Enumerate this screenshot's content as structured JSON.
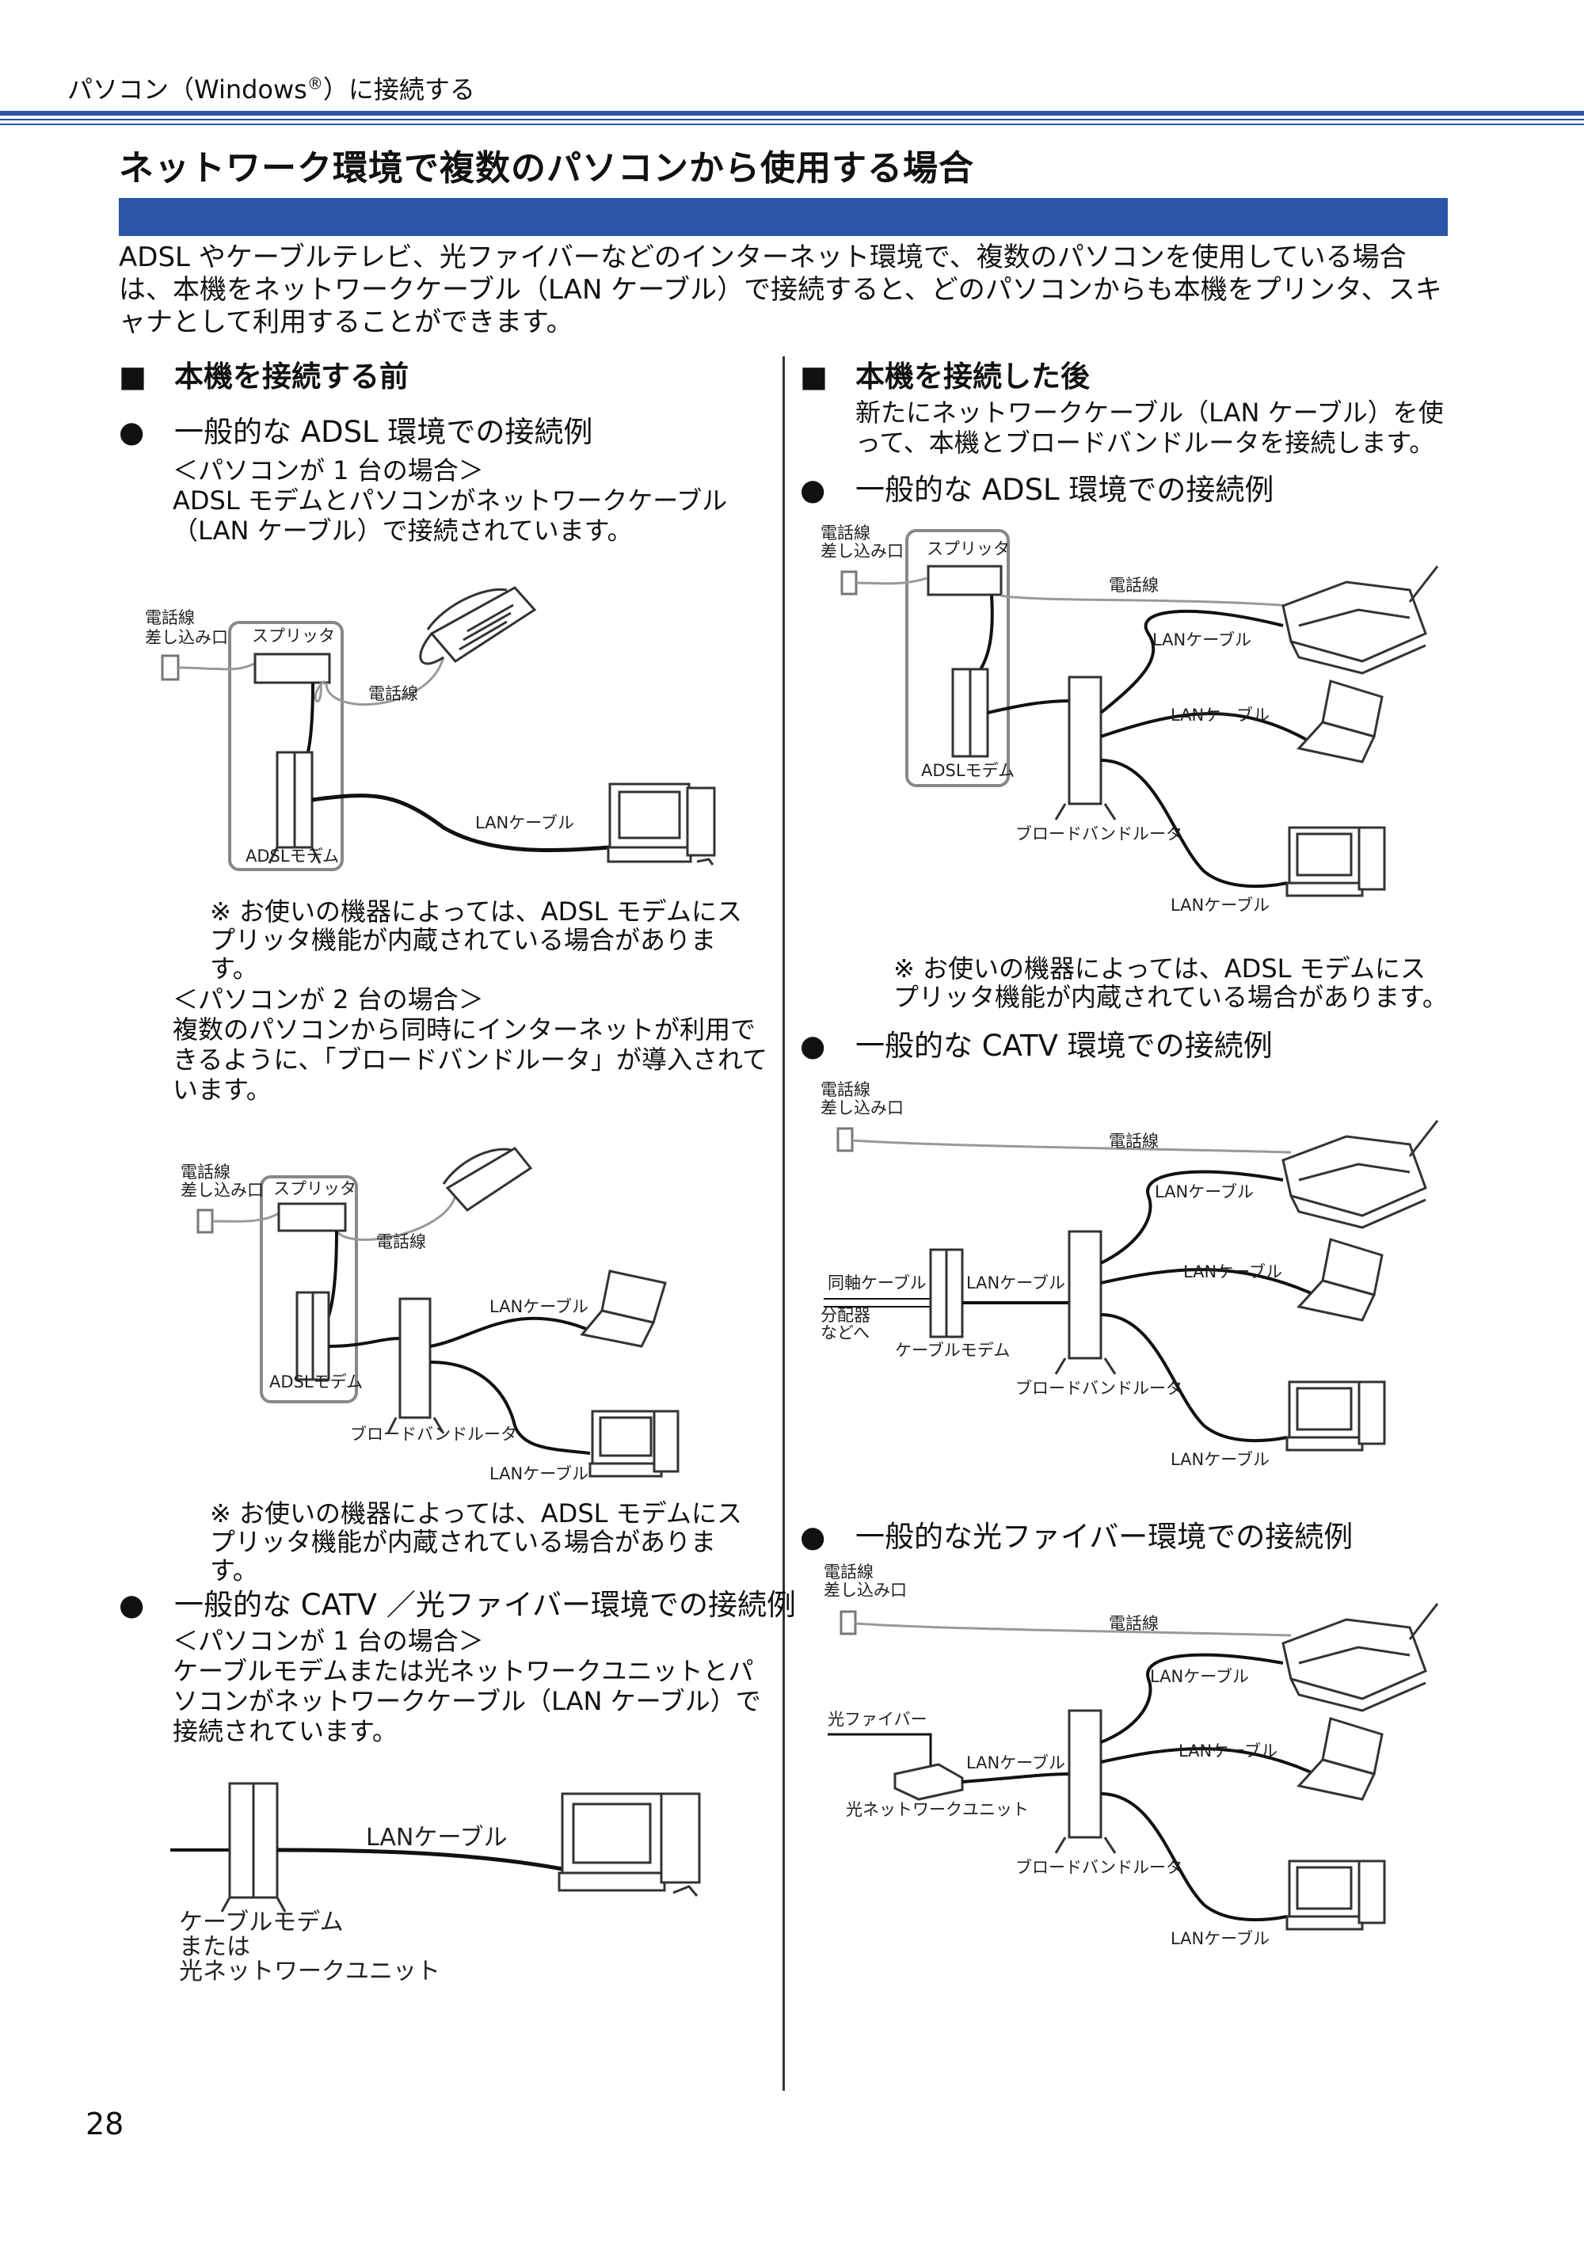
{
  "header": {
    "text_a": "パソコン（Windows",
    "reg": "®",
    "text_b": "）に接続する"
  },
  "title": "ネットワーク環境で複数のパソコンから使用する場合",
  "intro": "ADSL やケーブルテレビ、光ファイバーなどのインターネット環境で、複数のパソコンを使用している場合は、本機をネットワークケーブル（LAN ケーブル）で接続すると、どのパソコンからも本機をプリンタ、スキャナとして利用することができます。",
  "marks": {
    "square": "■",
    "bullet": "●",
    "note": "※"
  },
  "left": {
    "section_heading": "本機を接続する前",
    "adsl_heading": "一般的な ADSL 環境での接続例",
    "case1_title": "＜パソコンが 1 台の場合＞",
    "case1_body": "ADSL モデムとパソコンがネットワークケーブル（LAN ケーブル）で接続されています。",
    "note1": "お使いの機器によっては、ADSL モデムにスプリッタ機能が内蔵されている場合があります。",
    "case2_title": "＜パソコンが 2 台の場合＞",
    "case2_body": "複数のパソコンから同時にインターネットが利用できるように、「ブロードバンドルータ」が導入されています。",
    "note2": "お使いの機器によっては、ADSL モデムにスプリッタ機能が内蔵されている場合があります。",
    "catv_heading": "一般的な CATV ／光ファイバー環境での接続例",
    "case3_title": "＜パソコンが 1 台の場合＞",
    "case3_body": "ケーブルモデムまたは光ネットワークユニットとパソコンがネットワークケーブル（LAN ケーブル）で接続されています。"
  },
  "right": {
    "section_heading": "本機を接続した後",
    "section_body": "新たにネットワークケーブル（LAN ケーブル）を使って、本機とブロードバンドルータを接続します。",
    "adsl_heading": "一般的な ADSL 環境での接続例",
    "note": "お使いの機器によっては、ADSL モデムにスプリッタ機能が内蔵されている場合があります。",
    "catv_heading": "一般的な CATV 環境での接続例",
    "fiber_heading": "一般的な光ファイバー環境での接続例"
  },
  "diagram_labels": {
    "phone_line": "電話線",
    "jack_line1": "電話線",
    "jack_line2": "差し込み口",
    "splitter": "スプリッタ",
    "adsl_modem": "ADSLモデム",
    "lan_cable": "LANケーブル",
    "router": "ブロードバンドルータ",
    "coax": "同軸ケーブル",
    "splitter_to1": "分配器",
    "splitter_to2": "などへ",
    "cable_modem": "ケーブルモデム",
    "fiber": "光ファイバー",
    "onu": "光ネットワークユニット",
    "cm_or_onu1": "ケーブルモデム",
    "cm_or_onu2": "または",
    "cm_or_onu3": "光ネットワークユニット"
  },
  "page_number": "28"
}
